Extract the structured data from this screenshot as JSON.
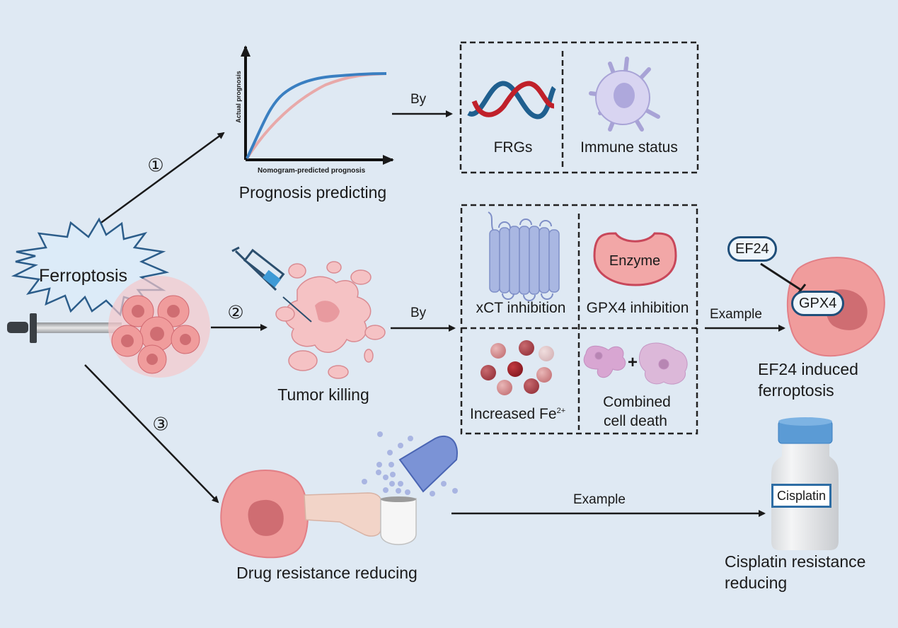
{
  "central": {
    "title": "Ferroptosis"
  },
  "branches": [
    {
      "number": "①",
      "title": "Prognosis predicting",
      "connector_label": "By",
      "chart": {
        "ylabel": "Actual prognosis",
        "xlabel": "Nomogram-predicted prognosis"
      },
      "methods": [
        "FRGs",
        "Immune status"
      ]
    },
    {
      "number": "②",
      "title": "Tumor killing",
      "connector_label": "By",
      "methods": [
        "xCT inhibition",
        "GPX4 inhibition",
        "Increased Fe",
        "Combined",
        "cell death"
      ],
      "fe_superscript": "2+",
      "enzyme_label": "Enzyme",
      "example_label": "Example",
      "example": {
        "drug": "EF24",
        "target": "GPX4",
        "title_line1": "EF24 induced",
        "title_line2": "ferroptosis"
      },
      "plus_sign": "+"
    },
    {
      "number": "③",
      "title": "Drug resistance reducing",
      "example_label": "Example",
      "example": {
        "drug_label": "Cisplatin",
        "title_line1": "Cisplatin resistance",
        "title_line2": "reducing"
      }
    }
  ],
  "colors": {
    "background": "#dfe9f3",
    "arrow": "#1a1a1a",
    "curve_blue": "#3a7fc1",
    "curve_pink": "#e8a9a9",
    "cell_pink": "#f09c9c",
    "cell_nucleus": "#cf6d72",
    "burst_stroke": "#2c5d8a",
    "capsule_blue": "#7b93d6",
    "cap_blue": "#5b9bd5"
  }
}
